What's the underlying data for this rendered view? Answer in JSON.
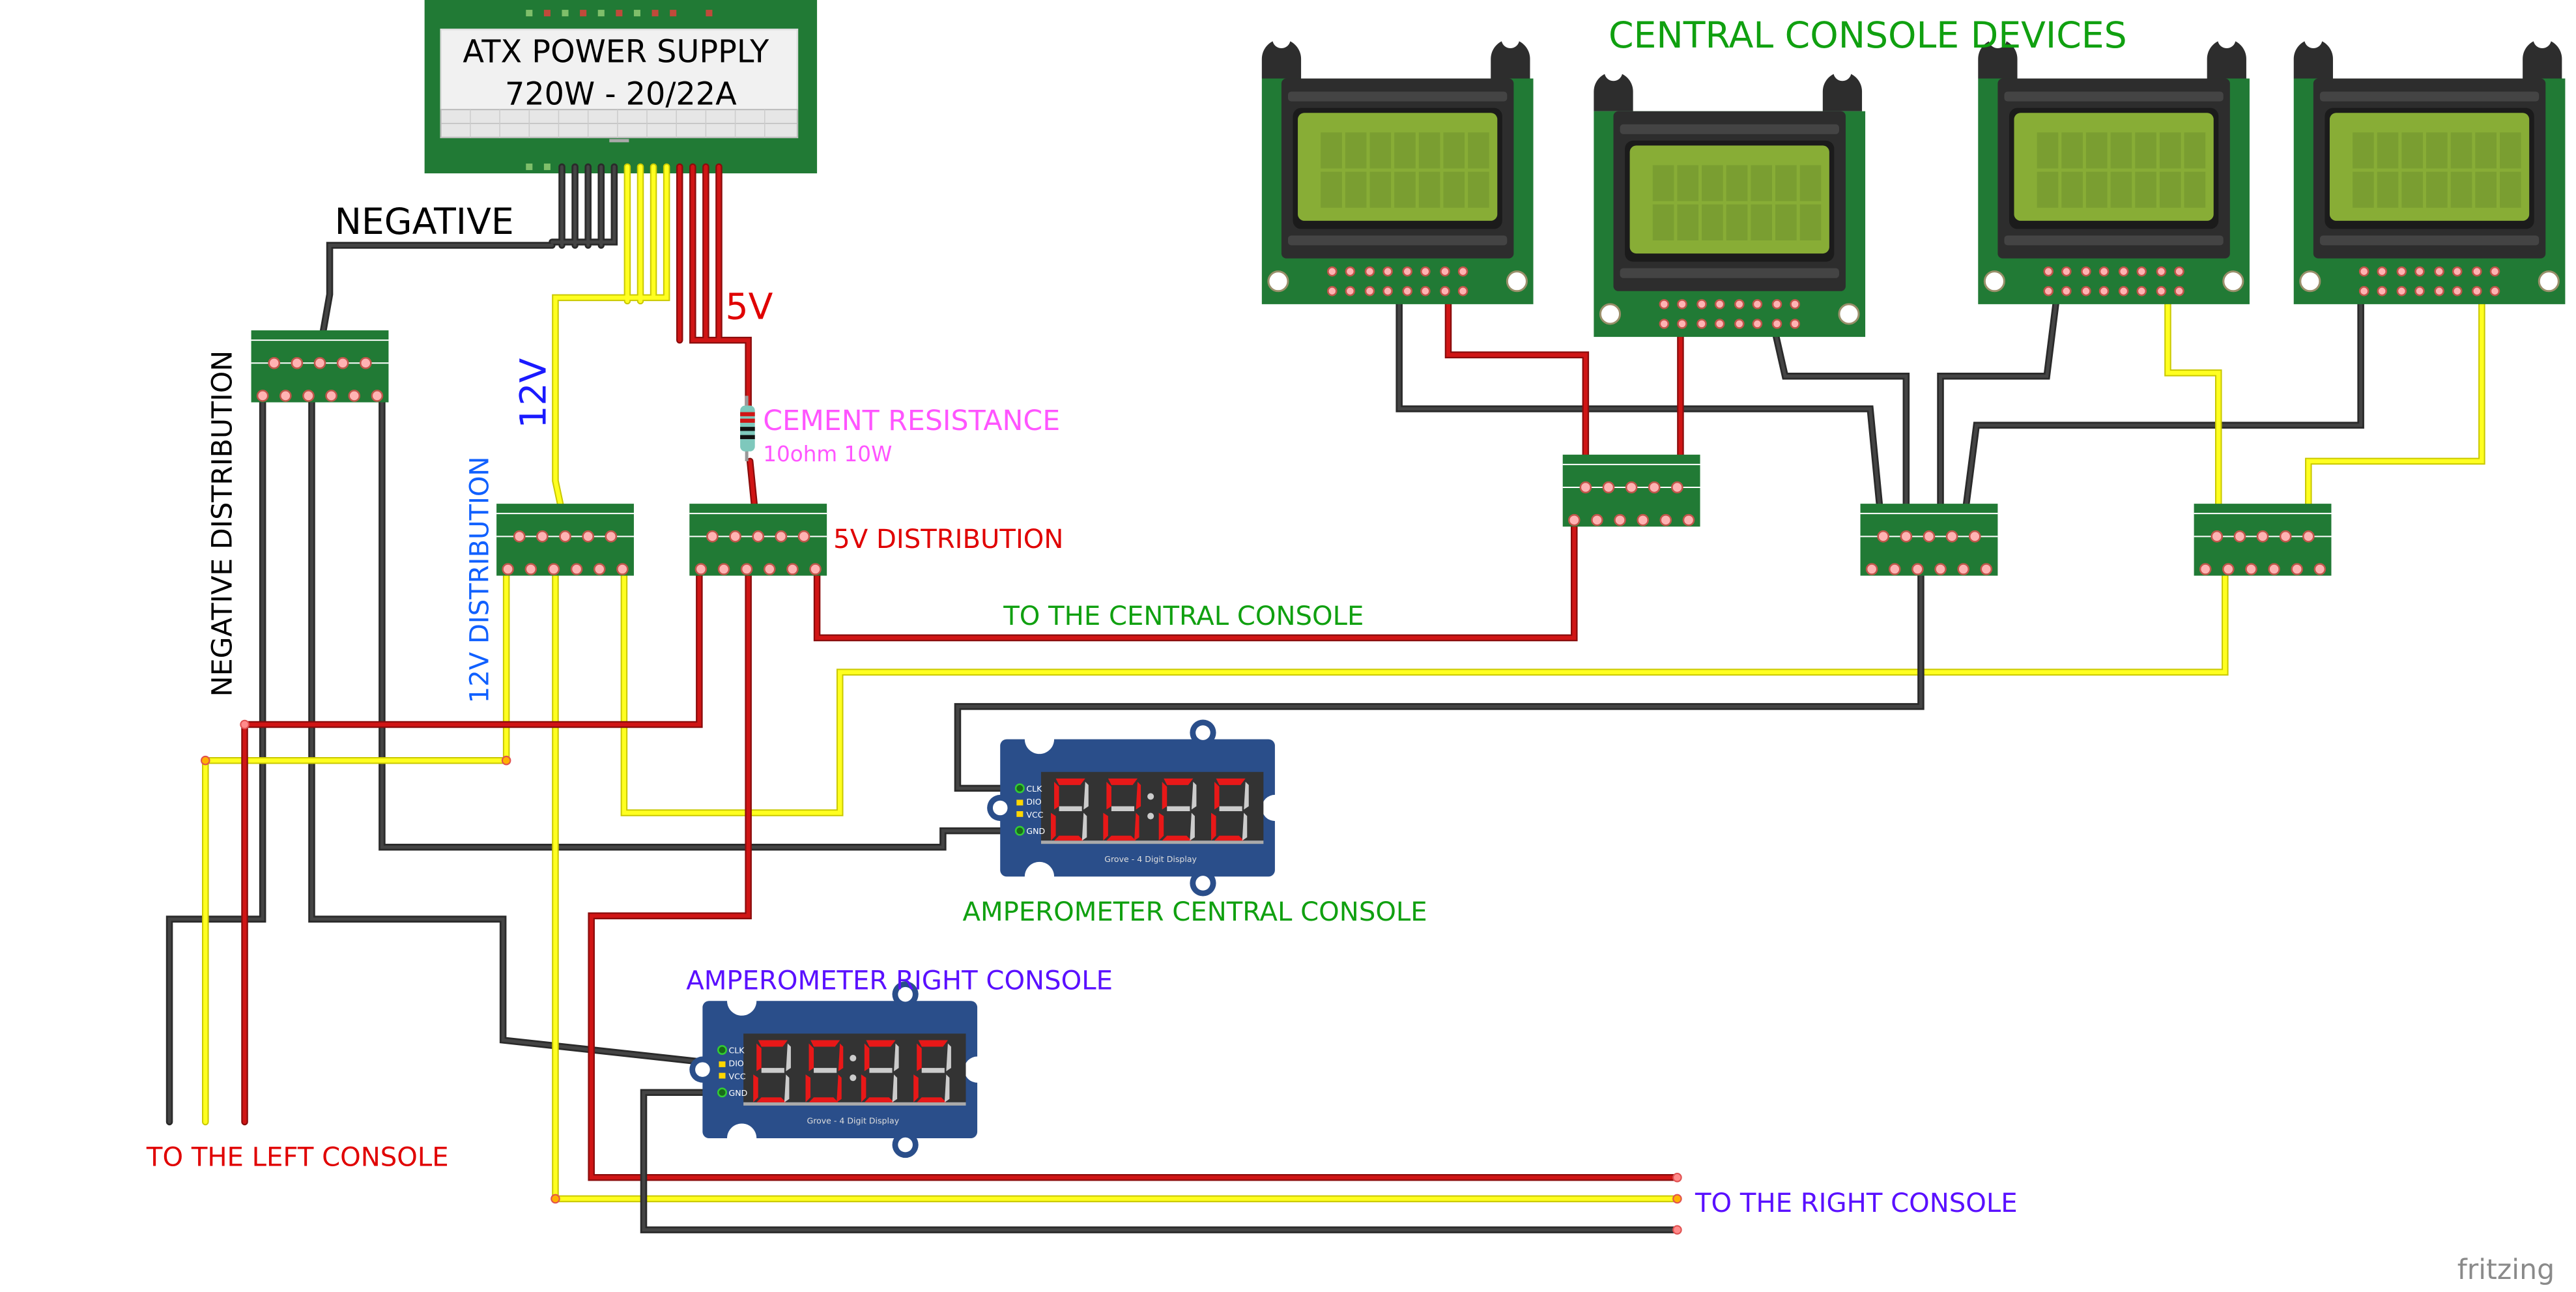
{
  "title": "Fritzing breadboard diagram - ATX power distribution to consoles",
  "labels": {
    "psu_line1": "ATX POWER SUPPLY",
    "psu_line2": "720W - 20/22A",
    "negative": "NEGATIVE",
    "negative_distribution": "NEGATIVE DISTRIBUTION",
    "twelve_v": "12V",
    "twelve_v_distribution": "12V DISTRIBUTION",
    "five_v": "5V",
    "five_v_distribution": "5V DISTRIBUTION",
    "cement_resistance": "CEMENT RESISTANCE",
    "cement_resistance_value": "10ohm 10W",
    "central_console_devices": "CENTRAL CONSOLE DEVICES",
    "to_central_console": "TO THE CENTRAL CONSOLE",
    "amperometer_central": "AMPEROMETER CENTRAL CONSOLE",
    "amperometer_right": "AMPEROMETER RIGHT CONSOLE",
    "to_left_console": "TO THE LEFT CONSOLE",
    "to_right_console": "TO THE RIGHT CONSOLE",
    "watermark": "fritzing"
  },
  "grove_display": {
    "pins": [
      "CLK",
      "DIO",
      "VCC",
      "GND"
    ],
    "caption": "Grove - 4 Digit Display"
  },
  "colors": {
    "label_black": "#000000",
    "label_red": "#e00000",
    "label_blue": "#1060ff",
    "label_dark_blue": "#1a1aff",
    "label_magenta": "#ff55ff",
    "label_green": "#10a010",
    "label_purple": "#5a10ff",
    "pcb_green": "#217a35",
    "grove_blue": "#2a4e8a",
    "lcd_screen": "#88ad36"
  },
  "components": {
    "lcd_modules": 4,
    "terminal_blocks": 7,
    "grove_displays": 2,
    "resistors": 1
  }
}
